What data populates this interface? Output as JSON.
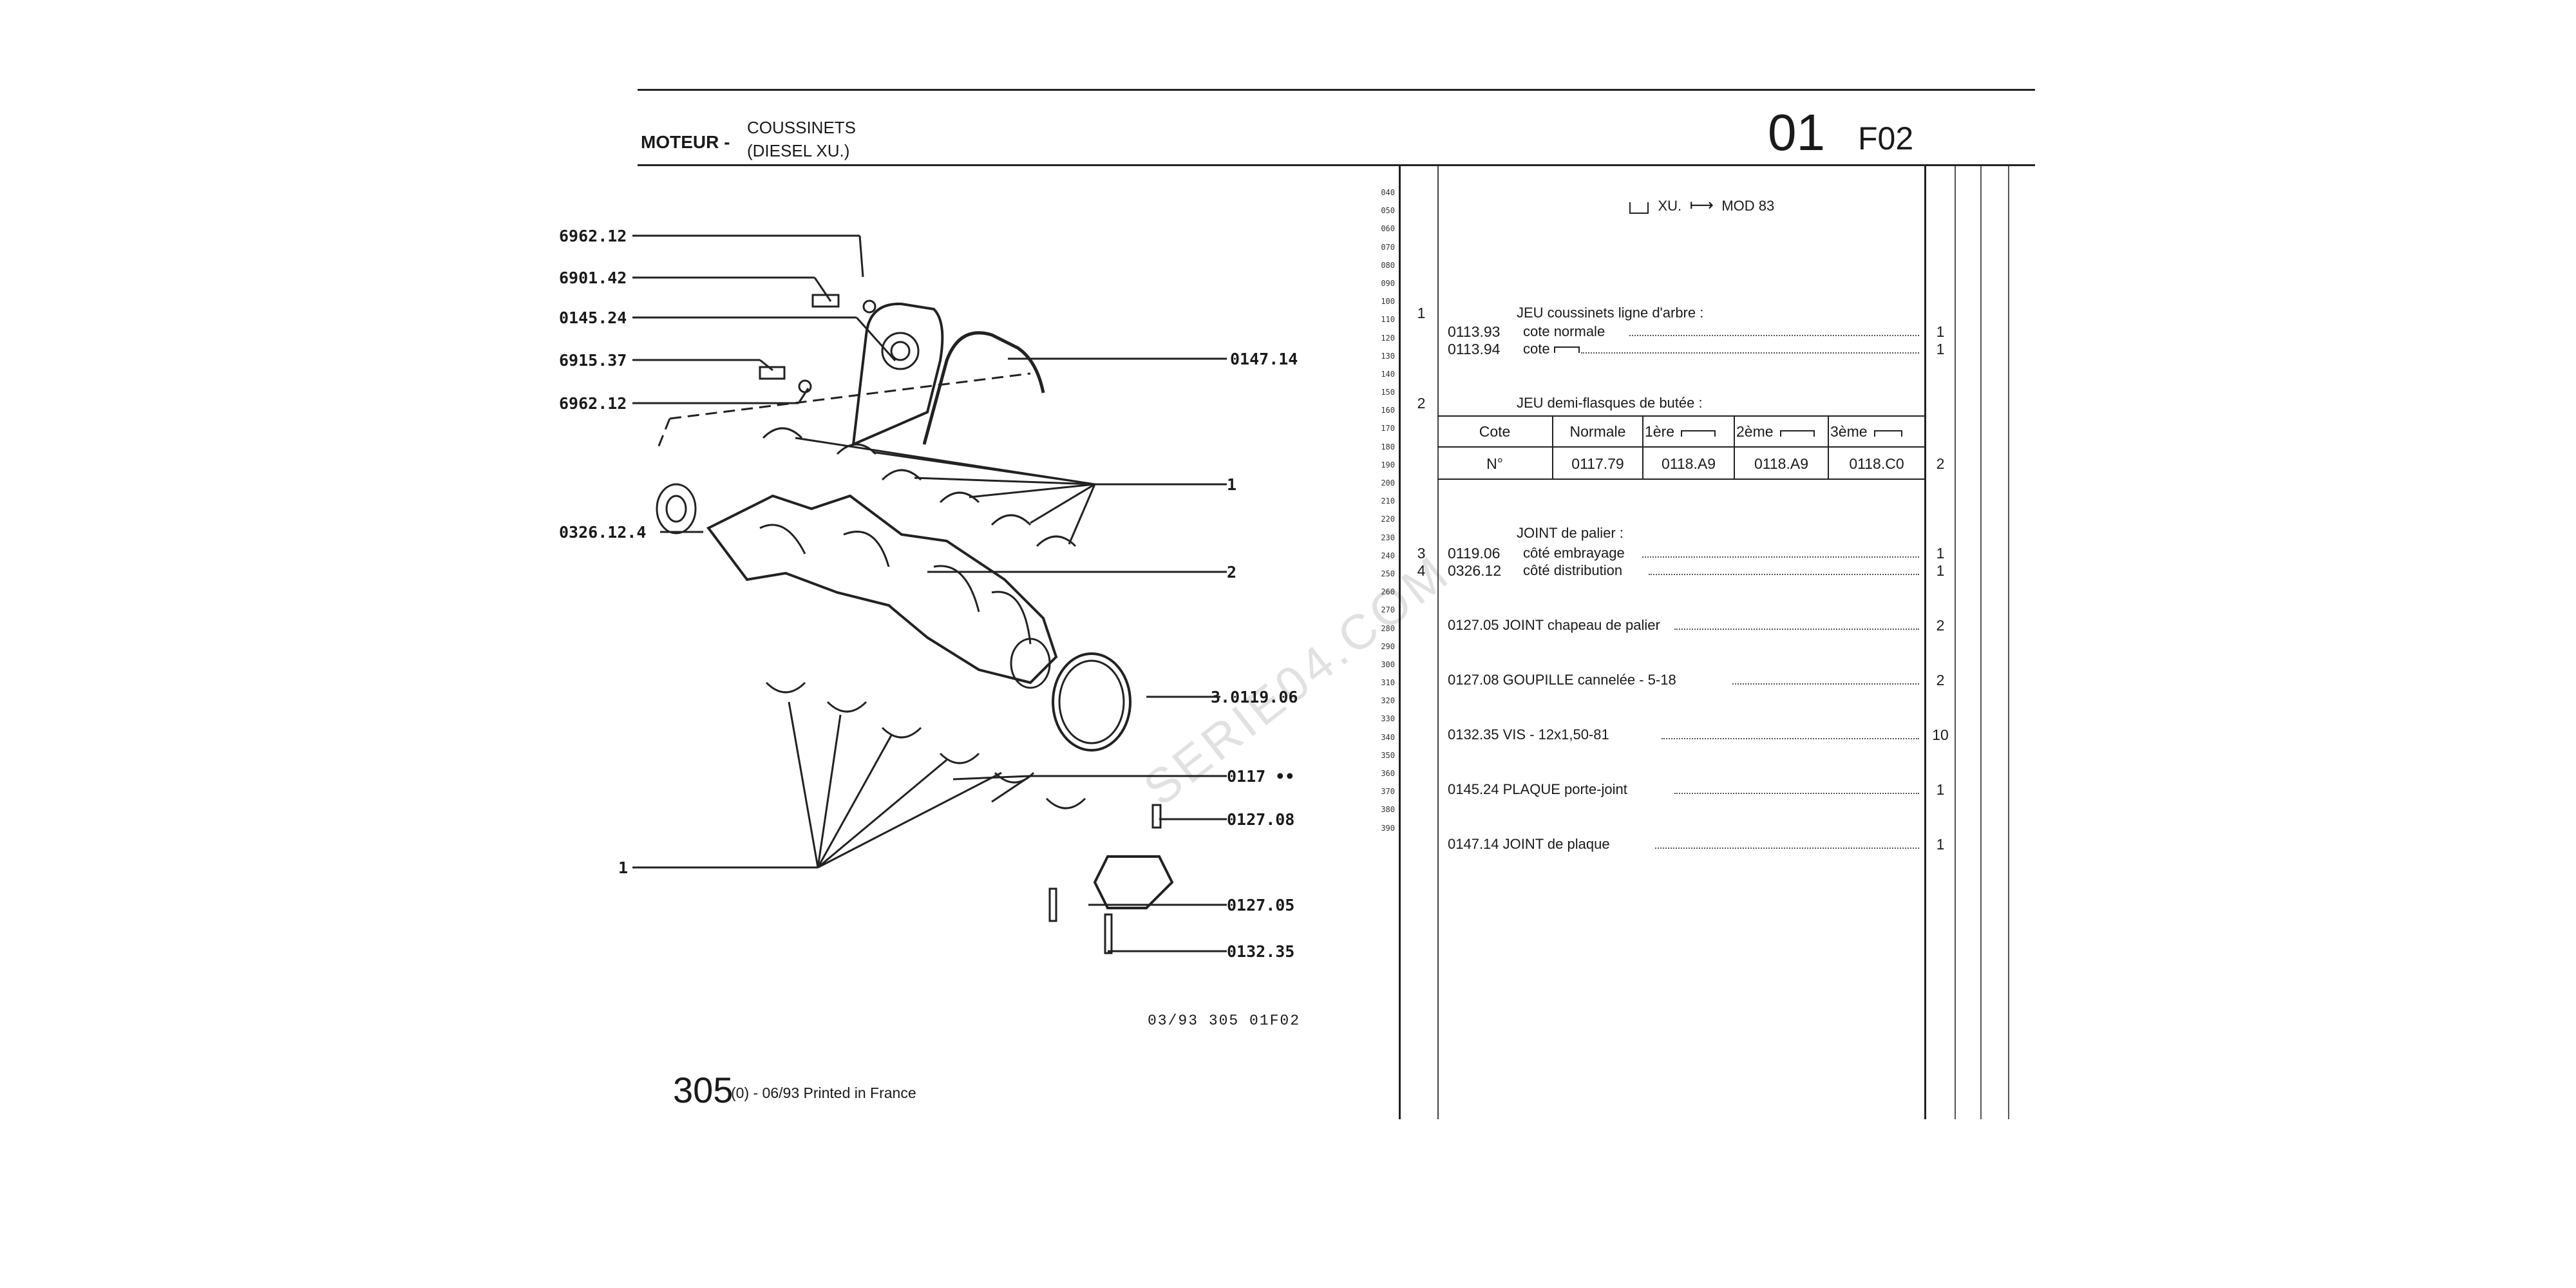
{
  "header": {
    "section": "MOTEUR -",
    "title": "COUSSINETS",
    "subtitle": "(DIESEL XU.)",
    "number": "01",
    "code": "F02"
  },
  "watermark": "SERIE04.COM",
  "diagram": {
    "callouts_left": [
      "6962.12",
      "6901.42",
      "0145.24",
      "6915.37",
      "6962.12",
      "0326.12.4",
      "1"
    ],
    "callouts_right": [
      "0147.14",
      "1",
      "2",
      "3.0119.06",
      "0117 ••",
      "0127.08",
      "0127.05",
      "0132.35"
    ]
  },
  "footer": {
    "ref": "03/93  305  01F02",
    "model": "305",
    "edition": "(0) - 06/93 Printed in France"
  },
  "list": {
    "row_codes": [
      "040",
      "050",
      "060",
      "070",
      "080",
      "090",
      "100",
      "110",
      "120",
      "130",
      "140",
      "150",
      "160",
      "170",
      "180",
      "190",
      "200",
      "210",
      "220",
      "230",
      "240",
      "250",
      "260",
      "270",
      "280",
      "290",
      "300",
      "310",
      "320",
      "330",
      "340",
      "350",
      "360",
      "370",
      "380",
      "390"
    ],
    "applicability": "XU.",
    "applicability_from": "MOD 83",
    "group1_num": "1",
    "group1_title": "JEU coussinets ligne d'arbre :",
    "item_0113_93_ref": "0113.93",
    "item_0113_93_text": "cote normale",
    "item_0113_93_qty": "1",
    "item_0113_94_ref": "0113.94",
    "item_0113_94_text": "cote",
    "item_0113_94_qty": "1",
    "group2_num": "2",
    "group2_title": "JEU demi-flasques de butée :",
    "table_headers": [
      "Cote",
      "Normale",
      "1ère",
      "2ème",
      "3ème"
    ],
    "table_row": [
      "N°",
      "0117.79",
      "0118.A9",
      "0118.A9",
      "0118.C0"
    ],
    "table_qty": "2",
    "joint_title": "JOINT de palier :",
    "joint1_num": "3",
    "joint1_ref": "0119.06",
    "joint1_text": "côté embrayage",
    "joint1_qty": "1",
    "joint2_num": "4",
    "joint2_ref": "0326.12",
    "joint2_text": "côté distribution",
    "joint2_qty": "1",
    "item_0127_05_text": "0127.05 JOINT chapeau de palier",
    "item_0127_05_qty": "2",
    "item_0127_08_text": "0127.08 GOUPILLE cannelée - 5-18",
    "item_0127_08_qty": "2",
    "item_0132_35_text": "0132.35 VIS - 12x1,50-81",
    "item_0132_35_qty": "10",
    "item_0145_24_text": "0145.24 PLAQUE porte-joint",
    "item_0145_24_qty": "1",
    "item_0147_14_text": "0147.14 JOINT de plaque",
    "item_0147_14_qty": "1"
  }
}
